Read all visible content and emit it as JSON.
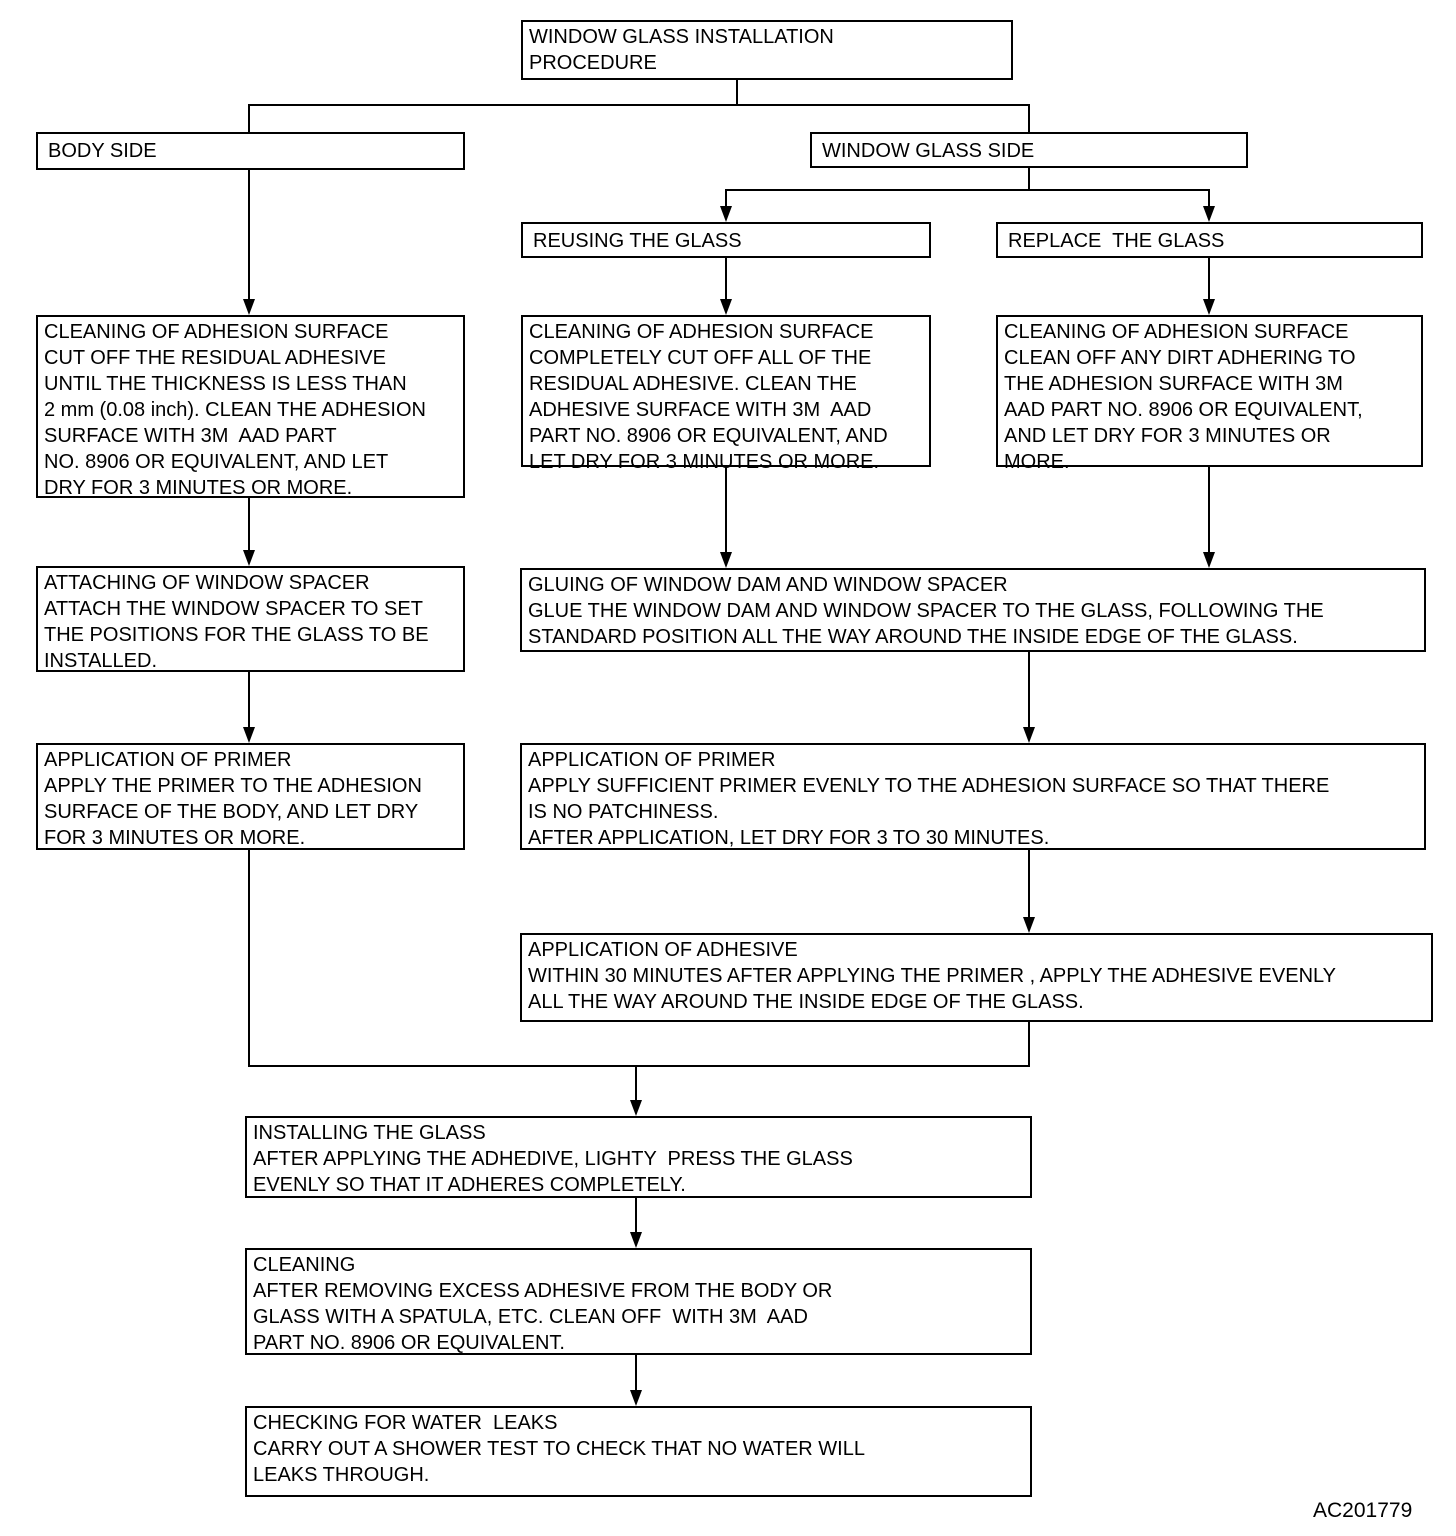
{
  "figure_id": "AC201779",
  "colors": {
    "line": "#000000",
    "background": "#ffffff",
    "text": "#000000"
  },
  "nodes": {
    "title": {
      "lines": [
        "WINDOW GLASS INSTALLATION",
        "PROCEDURE"
      ]
    },
    "body_side": {
      "lines": [
        "BODY SIDE"
      ]
    },
    "window_glass_side": {
      "lines": [
        "WINDOW GLASS SIDE"
      ]
    },
    "reusing": {
      "lines": [
        "REUSING THE GLASS"
      ]
    },
    "replace": {
      "lines": [
        "REPLACE  THE GLASS"
      ]
    },
    "body_cleaning": {
      "lines": [
        "CLEANING OF ADHESION SURFACE",
        "CUT OFF THE RESIDUAL ADHESIVE",
        "UNTIL THE THICKNESS IS LESS THAN",
        "2 mm (0.08 inch). CLEAN THE ADHESION",
        "SURFACE WITH 3M  AAD PART",
        "NO. 8906 OR EQUIVALENT, AND LET",
        "DRY FOR 3 MINUTES OR MORE."
      ]
    },
    "reuse_cleaning": {
      "lines": [
        "CLEANING OF ADHESION SURFACE",
        "COMPLETELY CUT OFF ALL OF THE",
        "RESIDUAL ADHESIVE. CLEAN THE",
        "ADHESIVE SURFACE WITH 3M  AAD",
        "PART NO. 8906 OR EQUIVALENT, AND",
        "LET DRY FOR 3 MINUTES OR MORE."
      ]
    },
    "replace_cleaning": {
      "lines": [
        "CLEANING OF ADHESION SURFACE",
        "CLEAN OFF ANY DIRT ADHERING TO",
        "THE ADHESION SURFACE WITH 3M",
        "AAD PART NO. 8906 OR EQUIVALENT,",
        "AND LET DRY FOR 3 MINUTES OR",
        "MORE."
      ]
    },
    "attaching_spacer": {
      "lines": [
        "ATTACHING OF WINDOW SPACER",
        "ATTACH THE WINDOW SPACER TO SET",
        "THE POSITIONS FOR THE GLASS TO BE",
        "INSTALLED."
      ]
    },
    "gluing_dam": {
      "lines": [
        "GLUING OF WINDOW DAM AND WINDOW SPACER",
        "GLUE THE WINDOW DAM AND WINDOW SPACER TO THE GLASS, FOLLOWING THE",
        "STANDARD POSITION ALL THE WAY AROUND THE INSIDE EDGE OF THE GLASS."
      ]
    },
    "body_primer": {
      "lines": [
        "APPLICATION OF PRIMER",
        "APPLY THE PRIMER TO THE ADHESION",
        "SURFACE OF THE BODY, AND LET DRY",
        "FOR 3 MINUTES OR MORE."
      ]
    },
    "glass_primer": {
      "lines": [
        "APPLICATION OF PRIMER",
        "APPLY SUFFICIENT PRIMER EVENLY TO THE ADHESION SURFACE SO THAT THERE",
        "IS NO PATCHINESS.",
        "AFTER APPLICATION, LET DRY FOR 3 TO 30 MINUTES."
      ]
    },
    "adhesive": {
      "lines": [
        "APPLICATION OF ADHESIVE",
        "WITHIN 30 MINUTES AFTER APPLYING THE PRIMER , APPLY THE ADHESIVE EVENLY",
        "ALL THE WAY AROUND THE INSIDE EDGE OF THE GLASS."
      ]
    },
    "installing": {
      "lines": [
        "INSTALLING THE GLASS",
        "AFTER APPLYING THE ADHEDIVE, LIGHTY  PRESS THE GLASS",
        "EVENLY SO THAT IT ADHERES COMPLETELY."
      ]
    },
    "final_cleaning": {
      "lines": [
        "CLEANING",
        "AFTER REMOVING EXCESS ADHESIVE FROM THE BODY OR",
        "GLASS WITH A SPATULA, ETC. CLEAN OFF  WITH 3M  AAD",
        "PART NO. 8906 OR EQUIVALENT."
      ]
    },
    "water_leak_check": {
      "lines": [
        "CHECKING FOR WATER  LEAKS",
        "CARRY OUT A SHOWER TEST TO CHECK THAT NO WATER WILL",
        "LEAKS THROUGH."
      ]
    }
  }
}
